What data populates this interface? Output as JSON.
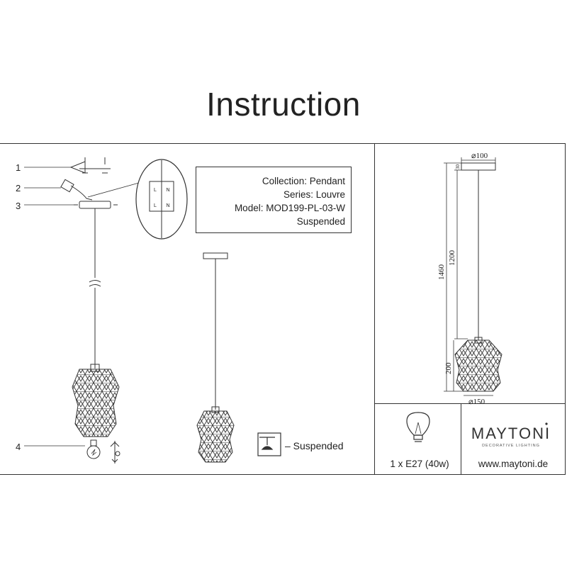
{
  "title": "Instruction",
  "spec": {
    "collection": "Collection: Pendant",
    "series": "Series: Louvre",
    "model": "Model: MOD199-PL-03-W",
    "mount": "Suspended"
  },
  "callouts": [
    "1",
    "2",
    "3",
    "4"
  ],
  "wiring_labels": [
    "L",
    "N",
    "L",
    "N"
  ],
  "mount_type_label": "– Suspended",
  "dimensions": {
    "canopy_diameter": "⌀100",
    "shade_diameter": "⌀150",
    "total_height": "1460",
    "cable_length": "1200",
    "shade_height": "200",
    "canopy_height": "30"
  },
  "bulb": "1 x E27 (40w)",
  "brand": {
    "name": "MAYTONI",
    "tagline": "DECORATIVE LIGHTING",
    "url": "www.maytoni.de"
  }
}
